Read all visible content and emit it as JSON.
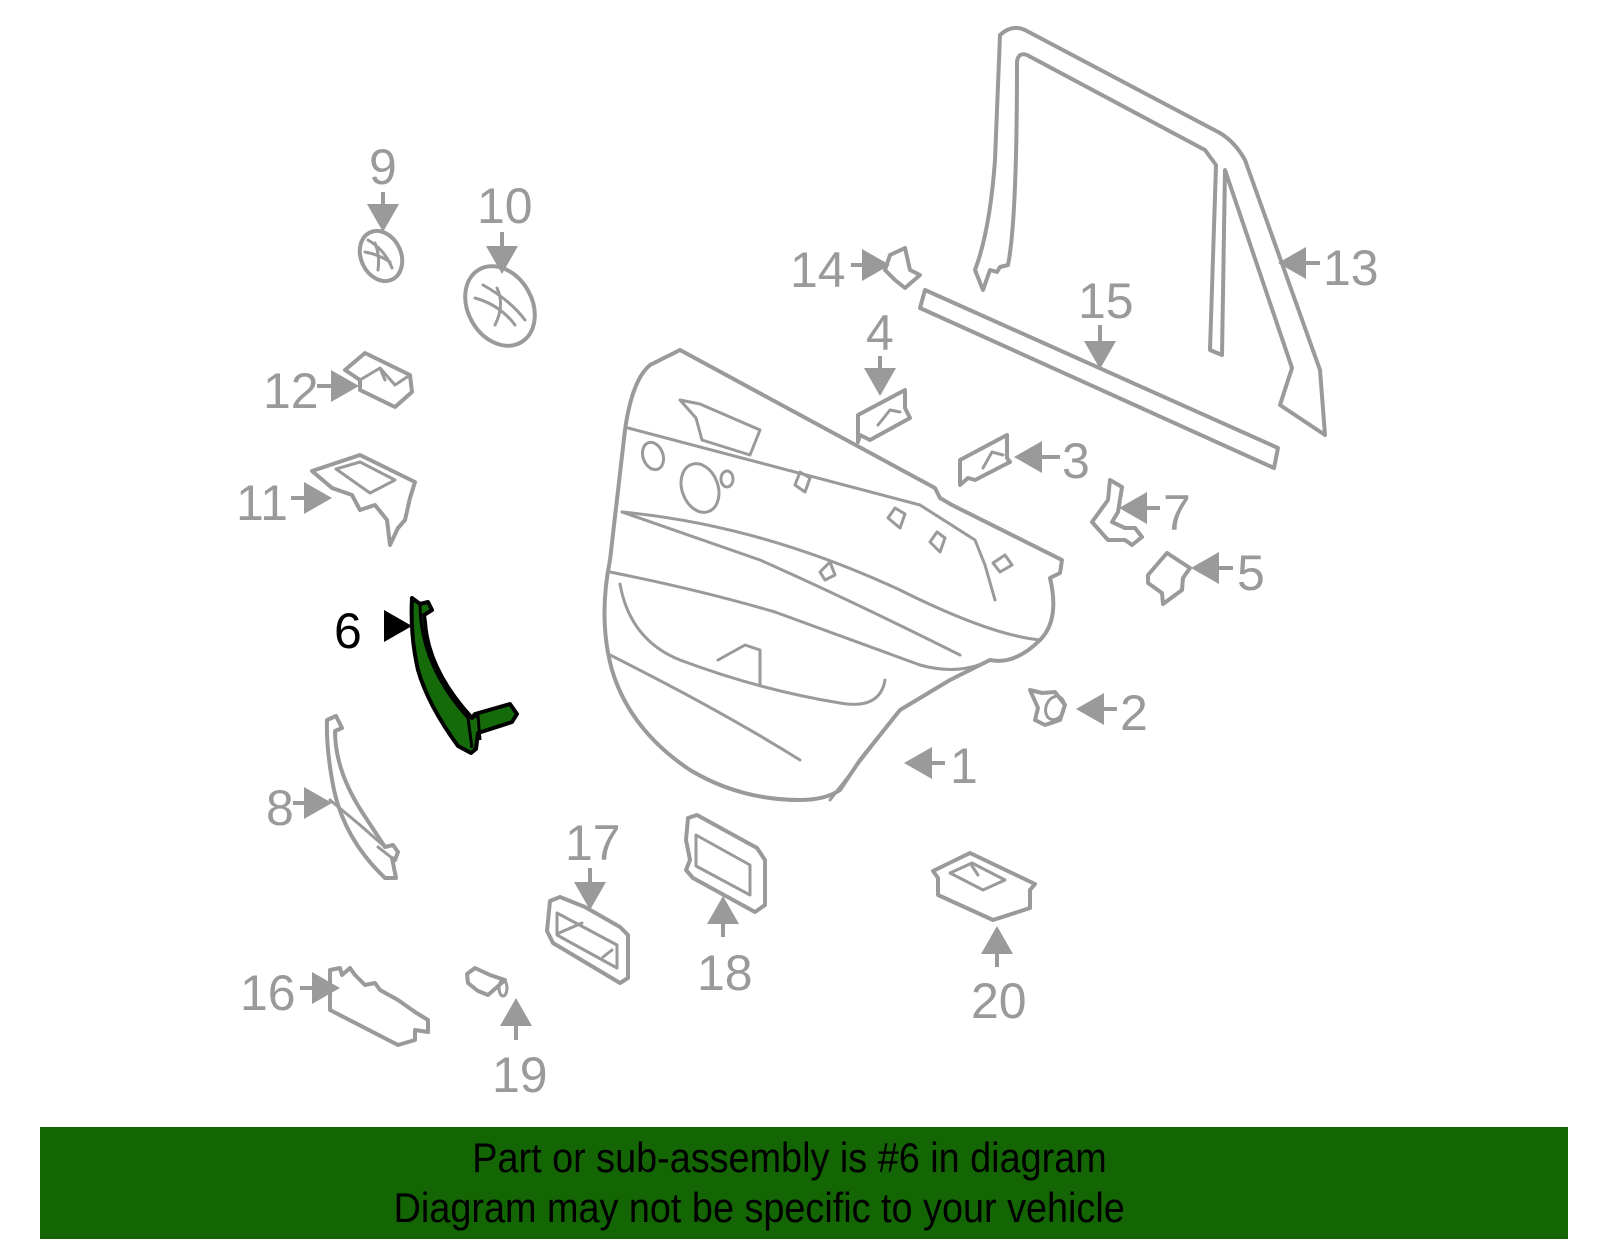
{
  "diagram": {
    "highlighted_part": "6",
    "highlight_color": "#156b0a",
    "line_color": "#9a9a9a",
    "callouts": [
      {
        "id": "1",
        "label": "1"
      },
      {
        "id": "2",
        "label": "2"
      },
      {
        "id": "3",
        "label": "3"
      },
      {
        "id": "4",
        "label": "4"
      },
      {
        "id": "5",
        "label": "5"
      },
      {
        "id": "6",
        "label": "6"
      },
      {
        "id": "7",
        "label": "7"
      },
      {
        "id": "8",
        "label": "8"
      },
      {
        "id": "9",
        "label": "9"
      },
      {
        "id": "10",
        "label": "10"
      },
      {
        "id": "11",
        "label": "11"
      },
      {
        "id": "12",
        "label": "12"
      },
      {
        "id": "13",
        "label": "13"
      },
      {
        "id": "14",
        "label": "14"
      },
      {
        "id": "15",
        "label": "15"
      },
      {
        "id": "16",
        "label": "16"
      },
      {
        "id": "17",
        "label": "17"
      },
      {
        "id": "18",
        "label": "18"
      },
      {
        "id": "19",
        "label": "19"
      },
      {
        "id": "20",
        "label": "20"
      }
    ]
  },
  "banner": {
    "background_color": "#146605",
    "line1": "Part or sub-assembly is #6 in diagram",
    "line2": "Diagram may not be specific to your vehicle"
  }
}
